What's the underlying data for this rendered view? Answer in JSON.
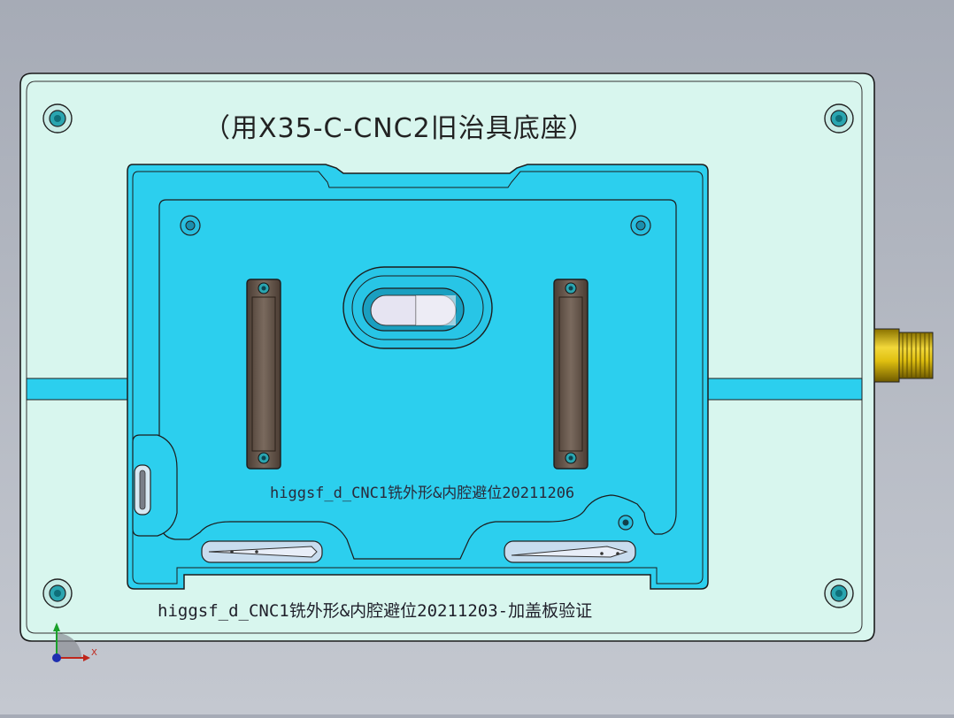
{
  "drawing": {
    "title_label": "（用X35-C-CNC2旧治具底座）",
    "part_label_inner": "higgsf_d_CNC1铣外形&内腔避位20211206",
    "part_label_outer": "higgsf_d_CNC1铣外形&内腔避位20211203-加盖板验证",
    "axis_x_label": "X"
  },
  "colors": {
    "base_plate": "#d9f7ef",
    "cover_plate": "#2ccfee",
    "brass_fitting": "#d4b20a",
    "clamp": "#6b5a4e",
    "background": "#b4b9c3"
  }
}
